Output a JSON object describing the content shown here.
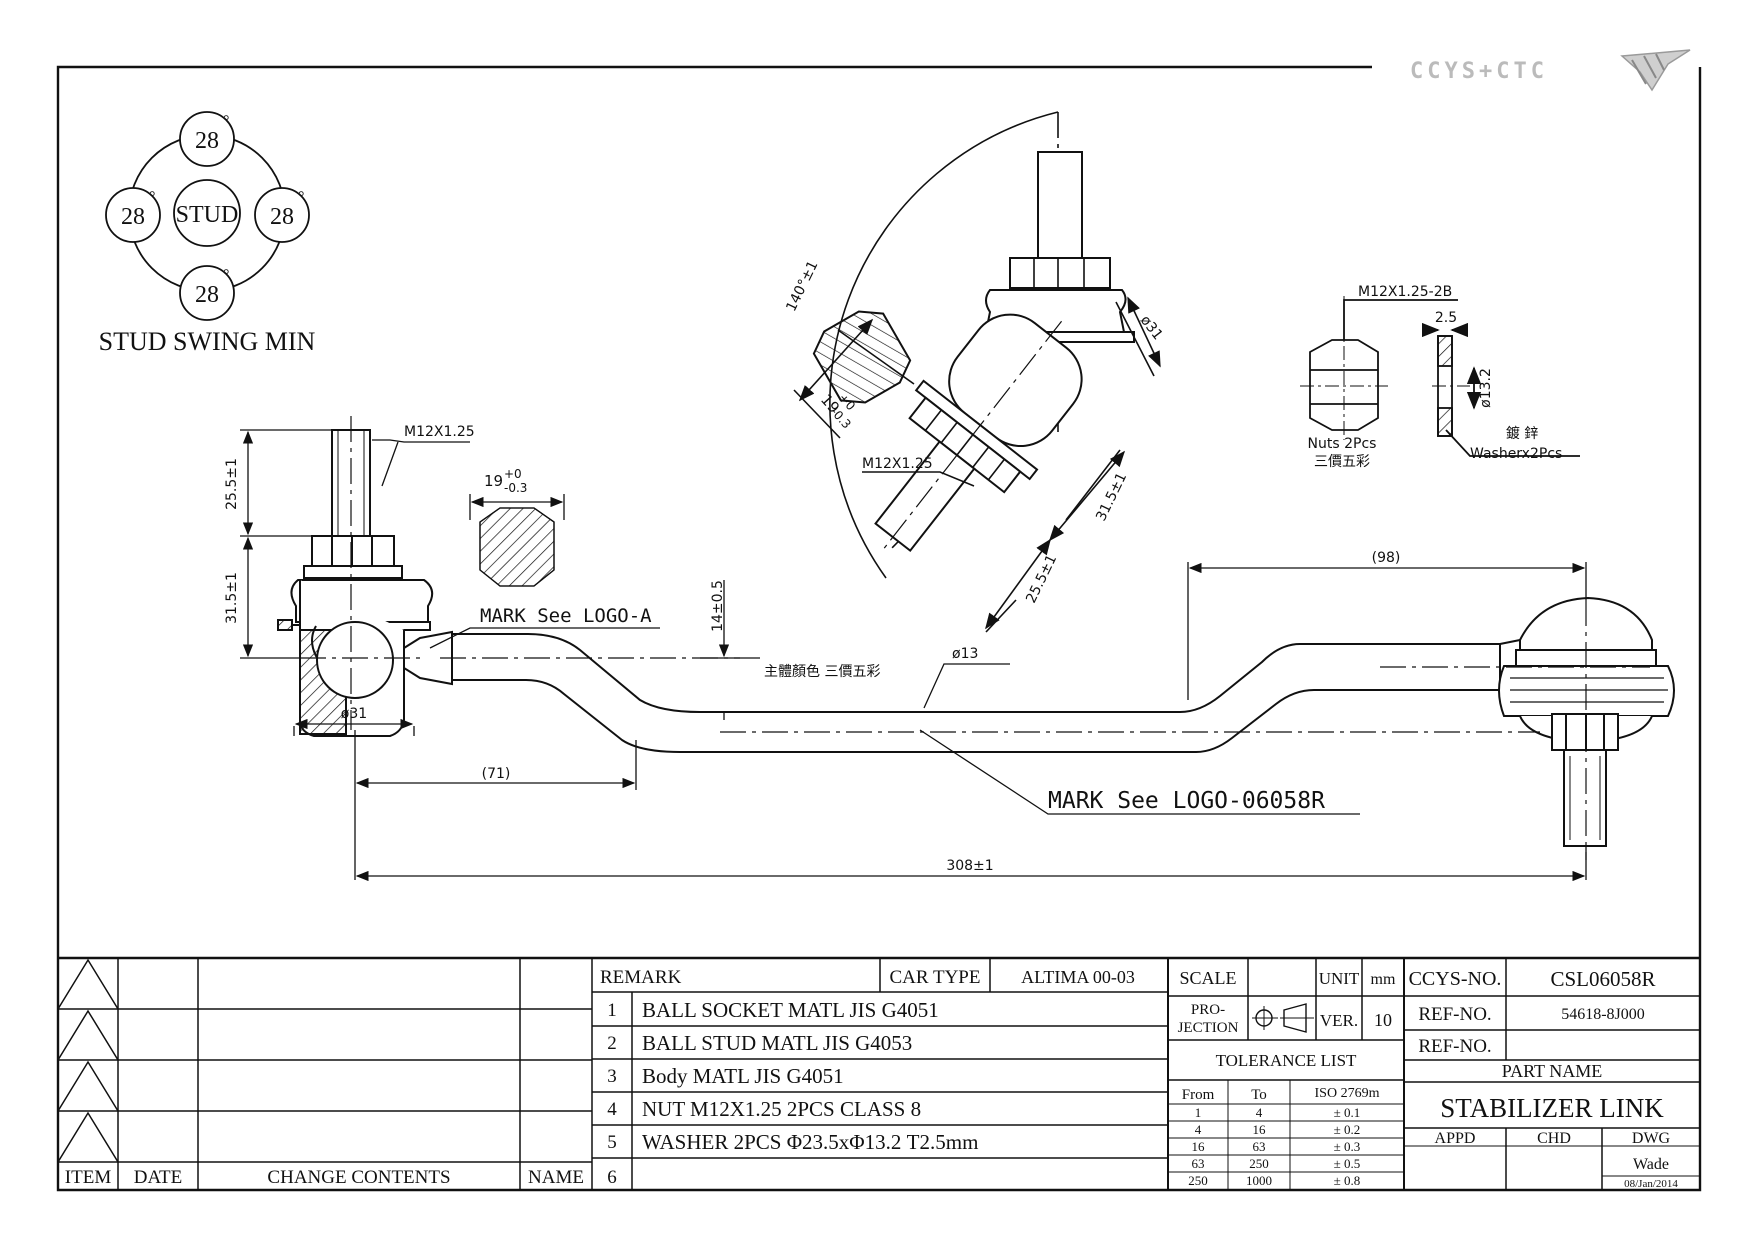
{
  "brand": {
    "text": "CCYS+CTC"
  },
  "swing": {
    "center": "STUD",
    "top": "28",
    "left": "28",
    "right": "28",
    "bottom": "28",
    "degree": "°",
    "caption": "STUD SWING MIN"
  },
  "labels": {
    "m12_main": "M12X1.25",
    "dim_25_5": "25.5±1",
    "dim_31_5": "31.5±1",
    "hex_dim": "19",
    "hex_tol_up": "+0",
    "hex_tol_dn": "-0.3",
    "mark_logo_a": "MARK See LOGO-A",
    "dim_14": "14±0.5",
    "body_color": "主體顏色 三價五彩",
    "dia_13": "ø13",
    "dia_31": "ø31",
    "dim_71": "(71)",
    "dim_98": "(98)",
    "dim_308": "308±1",
    "mark_logo_r": "MARK See LOGO-06058R",
    "angle_140": "140°±1",
    "angle_19": "19",
    "angle_19_up": "+0",
    "angle_19_dn": "-0.3",
    "angle_m12": "M12X1.25",
    "angle_d31": "ø31",
    "angle_31_5": "31.5±1",
    "angle_25_5": "25.5±1",
    "nut_spec": "M12X1.25-2B",
    "nut_name": "Nuts 2Pcs",
    "nut_finish": "三價五彩",
    "washer_t": "2.5",
    "washer_d": "ø13.2",
    "washer_finish": "鍍 鋅",
    "washer_name": "Washerx2Pcs"
  },
  "revision_table": {
    "rows": 4,
    "headers": [
      "ITEM",
      "DATE",
      "CHANGE CONTENTS",
      "NAME"
    ]
  },
  "remarks": {
    "header": "REMARK",
    "car_type_label": "CAR TYPE",
    "car_type": "ALTIMA 00-03",
    "items": [
      {
        "no": "1",
        "text": "BALL SOCKET MATL JIS G4051"
      },
      {
        "no": "2",
        "text": "BALL STUD MATL JIS G4053"
      },
      {
        "no": "3",
        "text": "Body MATL JIS G4051"
      },
      {
        "no": "4",
        "text": "NUT M12X1.25 2PCS CLASS 8"
      },
      {
        "no": "5",
        "text": "WASHER 2PCS Φ23.5xΦ13.2 T2.5mm"
      },
      {
        "no": "6",
        "text": ""
      }
    ]
  },
  "spec": {
    "scale_label": "SCALE",
    "unit_label": "UNIT",
    "unit": "mm",
    "projection_label_1": "PRO-",
    "projection_label_2": "JECTION",
    "ver_label": "VER.",
    "ver": "10",
    "tolerance_title": "TOLERANCE LIST",
    "tol_headers": [
      "From",
      "To",
      "ISO 2769m"
    ],
    "tol_rows": [
      [
        "1",
        "4",
        "± 0.1"
      ],
      [
        "4",
        "16",
        "± 0.2"
      ],
      [
        "16",
        "63",
        "± 0.3"
      ],
      [
        "63",
        "250",
        "± 0.5"
      ],
      [
        "250",
        "1000",
        "± 0.8"
      ]
    ]
  },
  "title_block": {
    "ccys_label": "CCYS-NO.",
    "ccys_no": "CSL06058R",
    "ref_label": "REF-NO.",
    "ref_no": "54618-8J000",
    "ref_label2": "REF-NO.",
    "ref_no2": "",
    "part_name_label": "PART NAME",
    "part_name": "STABILIZER LINK",
    "appd": "APPD",
    "chd": "CHD",
    "dwg": "DWG",
    "drawer": "Wade",
    "date": "08/Jan/2014"
  }
}
